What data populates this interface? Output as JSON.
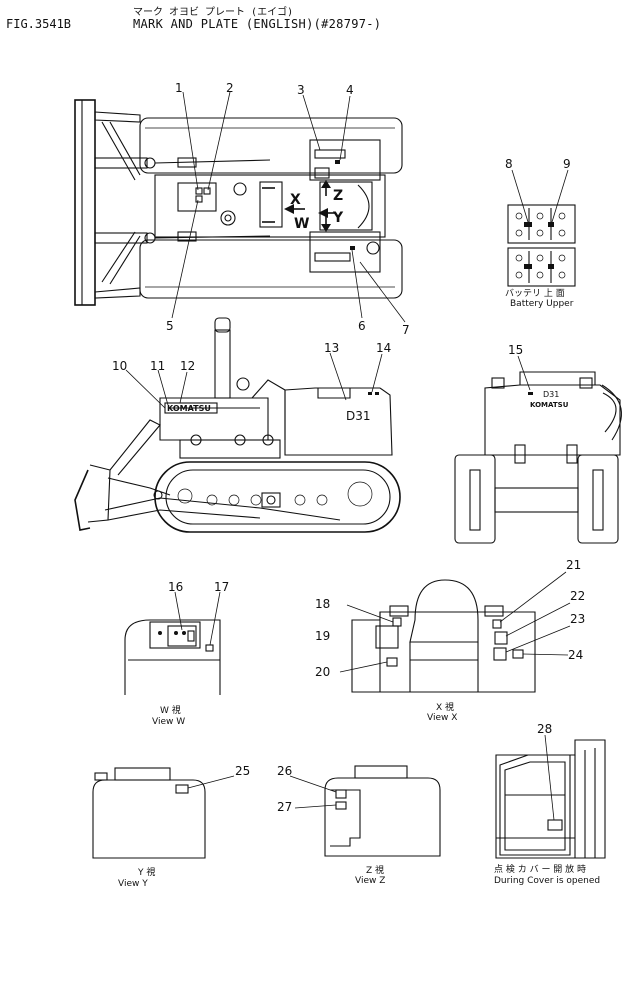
{
  "header": {
    "figure_number": "FIG.3541B",
    "title_jp": "マーク オヨビ プレート (エイゴ)",
    "title_en": "MARK AND PLATE (ENGLISH)(#28797-)"
  },
  "callouts": [
    "1",
    "2",
    "3",
    "4",
    "5",
    "6",
    "7",
    "8",
    "9",
    "10",
    "11",
    "12",
    "13",
    "14",
    "15",
    "16",
    "17",
    "18",
    "19",
    "20",
    "21",
    "22",
    "23",
    "24",
    "25",
    "26",
    "27",
    "28"
  ],
  "view_markers": {
    "x": "X",
    "w": "W",
    "z": "Z",
    "y": "Y"
  },
  "machine_labels": {
    "brand": "KOMATSU",
    "model": "D31"
  },
  "captions": {
    "battery_jp": "バッテリ 上 面",
    "battery_en": "Battery Upper",
    "view_w_jp": "W 視",
    "view_w_en": "View W",
    "view_x_jp": "X 視",
    "view_x_en": "View X",
    "view_y_jp": "Y 視",
    "view_y_en": "View Y",
    "view_z_jp": "Z 視",
    "view_z_en": "View Z",
    "cover_jp": "点 検 カ バ ー 開 放 時",
    "cover_en": "During Cover is opened"
  }
}
